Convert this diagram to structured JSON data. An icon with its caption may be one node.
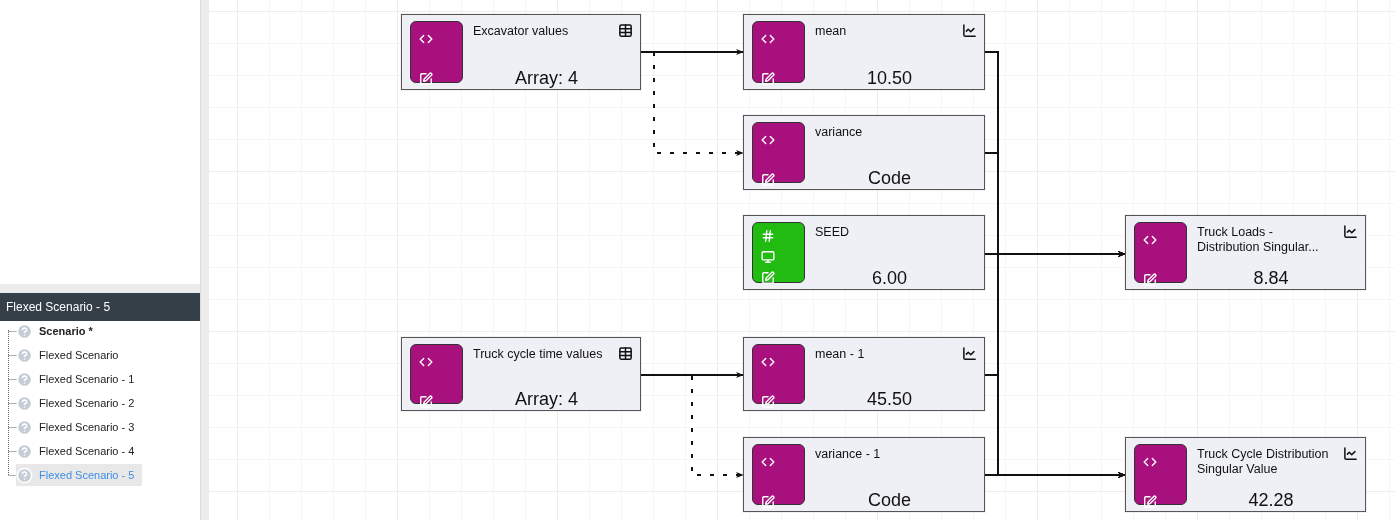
{
  "diagram": {
    "nodes": [
      {
        "text": [
          "Excavator values",
          "Array:  4"
        ]
      },
      {
        "text": [
          "mean",
          "10.50"
        ]
      },
      {
        "text": [
          "variance",
          "Code"
        ]
      },
      {
        "text": [
          "SEED",
          "6.00"
        ]
      },
      {
        "text": [
          "Truck Loads - Distribution Singular...",
          "8.84"
        ]
      },
      {
        "text": [
          "Truck cycle time values",
          "Array:  4"
        ]
      },
      {
        "text": [
          "mean - 1",
          "45.50"
        ]
      },
      {
        "text": [
          "variance - 1",
          "Code"
        ]
      },
      {
        "text": [
          "Truck Cycle Distribution Singular Value",
          "42.28"
        ]
      }
    ],
    "edges": [
      {
        "from": 0,
        "to": 1,
        "arrow": "to"
      },
      {
        "from": 0,
        "to": 2,
        "arrow": "to",
        "style": "dashed"
      },
      {
        "from": 5,
        "to": 6,
        "arrow": "to"
      },
      {
        "from": 5,
        "to": 7,
        "arrow": "to",
        "style": "dashed"
      },
      {
        "from": 1,
        "to": 4,
        "arrow": "to"
      },
      {
        "from": 1,
        "to": 8,
        "arrow": "to"
      },
      {
        "from": 2,
        "to": 4,
        "arrow": "to"
      },
      {
        "from": 2,
        "to": 8,
        "arrow": "to"
      },
      {
        "from": 3,
        "to": 4,
        "arrow": "to"
      },
      {
        "from": 3,
        "to": 8,
        "arrow": "to"
      },
      {
        "from": 6,
        "to": 4,
        "arrow": "to"
      },
      {
        "from": 6,
        "to": 8,
        "arrow": "to"
      },
      {
        "from": 7,
        "to": 4,
        "arrow": "to"
      },
      {
        "from": 7,
        "to": 8,
        "arrow": "to"
      }
    ],
    "labels": [
      "Flexed Scenario - 5",
      "Scenario *",
      "Flexed Scenario",
      "Flexed Scenario - 1",
      "Flexed Scenario - 2",
      "Flexed Scenario - 3",
      "Flexed Scenario - 4",
      "Flexed Scenario - 5"
    ]
  }
}
